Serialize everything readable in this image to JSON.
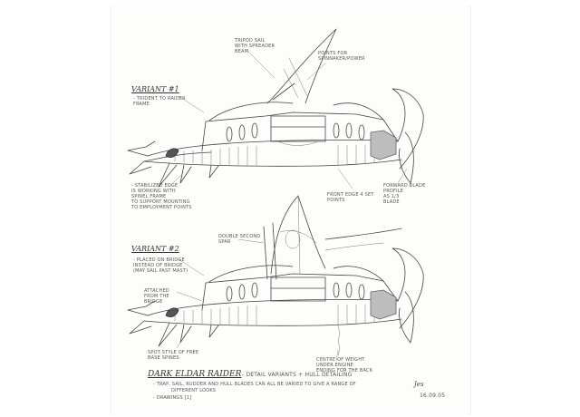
{
  "variant1": {
    "heading": "VARIANT #1",
    "note_left": "- TRIDENT TO RAIDER\n  FRAME",
    "note_top": "TRIPOD SAIL\nWITH SPREADER\nBEAM",
    "note_top_right": "POINTS FOR\nSPINNAKER/POWER",
    "note_bottom_left": "- STABILIZED EDGE\n  IS WORKING WITH\n  SPINEL FRAME\n  TO SUPPORT MOUNTING\n  TO EMPLOYMENT POINTS",
    "note_bottom_center": "FRONT EDGE 4 SET\nPOINTS",
    "note_bottom_right": "FORWARD BLADE\nPROFILE\nAS 1/3\nBLADE"
  },
  "variant2": {
    "heading": "VARIANT #2",
    "note_left": "- PLACED ON BRIDGE\n  INSTEAD OF BRIDGE\n  (MAY SAIL PAST MAST)",
    "note_top": "DOUBLE SECOND\nSPAR",
    "note_mid_left": "ATTACHED\nFROM THE\nBRIDGE",
    "note_bottom_left": "SPOT STYLE OF FREE\nBASE SPINES",
    "note_bottom_center": "CENTRE OF WEIGHT\nUNDER ENGINE\nENDING FOR THE BACK"
  },
  "footer": {
    "title": "DARK ELDAR RAIDER",
    "subtitle": "- DETAIL VARIANTS + HULL DETAILING",
    "line1": "- TRAP, SAIL, RUDDER AND HULL BLADES CAN ALL BE VARIED TO GIVE A RANGE OF",
    "line2": "DIFFERENT LOOKS",
    "line3": "- DRAWINGS [1]"
  },
  "signature": {
    "name": "Jes",
    "date": "16.09.05"
  }
}
